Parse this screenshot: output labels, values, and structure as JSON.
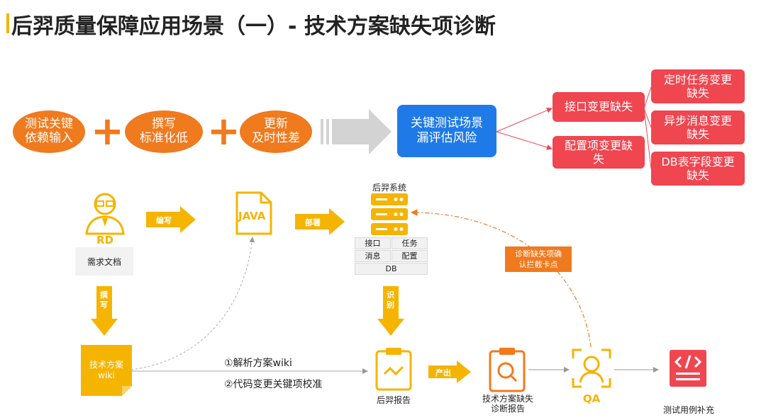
{
  "title": "后羿质量保障应用场景（一）- 技术方案缺失项诊断",
  "causes": [
    "测试关键\n依赖输入",
    "撰写\n标准化低",
    "更新\n及时性差"
  ],
  "plus_symbol": "+",
  "risk_box": "关键测试场景\n漏评估风险",
  "missing_primary": [
    "接口变更缺失",
    "配置项变更缺\n失"
  ],
  "missing_secondary": [
    "定时任务变更\n缺失",
    "异步消息变更\n缺失",
    "DB表字段变更\n缺失"
  ],
  "rd": {
    "label": "RD",
    "doc": "需求文档"
  },
  "java_label": "JAVA",
  "system": {
    "title": "后羿系统",
    "cells": [
      "接口",
      "任务",
      "消息",
      "配置",
      "DB"
    ]
  },
  "arrows": {
    "code": "编写",
    "deploy": "部署",
    "write": "撰写",
    "identify": "识别",
    "output": "产出"
  },
  "tech_doc": "技术方案\nwiki",
  "steps": [
    "①解析方案wiki",
    "②代码变更关键项校准"
  ],
  "hou_report": "后羿报告",
  "diag_report": "技术方案缺失\n诊断报告",
  "qa_label": "QA",
  "confirm_note": "诊断缺失项确\n认拦截卡点",
  "testcase": "测试用例补充",
  "colors": {
    "orange": "#f07a1e",
    "blue": "#1f7ae8",
    "red": "#ef4650",
    "yellow": "#f5b400"
  }
}
